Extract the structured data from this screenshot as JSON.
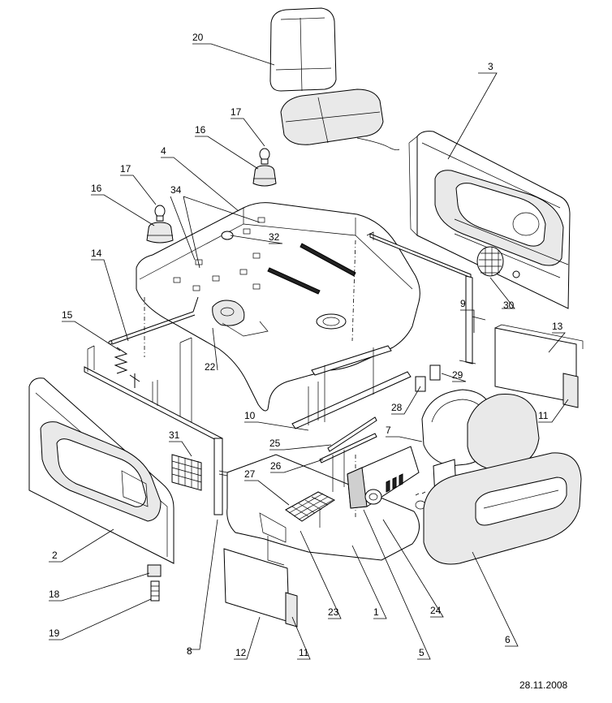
{
  "diagram": {
    "date": "28.11.2008",
    "callouts": {
      "c1": "1",
      "c2": "2",
      "c3": "3",
      "c4": "4",
      "c5": "5",
      "c6": "6",
      "c7": "7",
      "c8": "8",
      "c9": "9",
      "c10": "10",
      "c11a": "11",
      "c11b": "11",
      "c12": "12",
      "c13": "13",
      "c14": "14",
      "c15": "15",
      "c16a": "16",
      "c16b": "16",
      "c17a": "17",
      "c17b": "17",
      "c18": "18",
      "c19": "19",
      "c20": "20",
      "c22": "22",
      "c23": "23",
      "c24": "24",
      "c25": "25",
      "c26": "26",
      "c27": "27",
      "c28": "28",
      "c29": "29",
      "c30": "30",
      "c31": "31",
      "c32": "32",
      "c34": "34"
    }
  }
}
